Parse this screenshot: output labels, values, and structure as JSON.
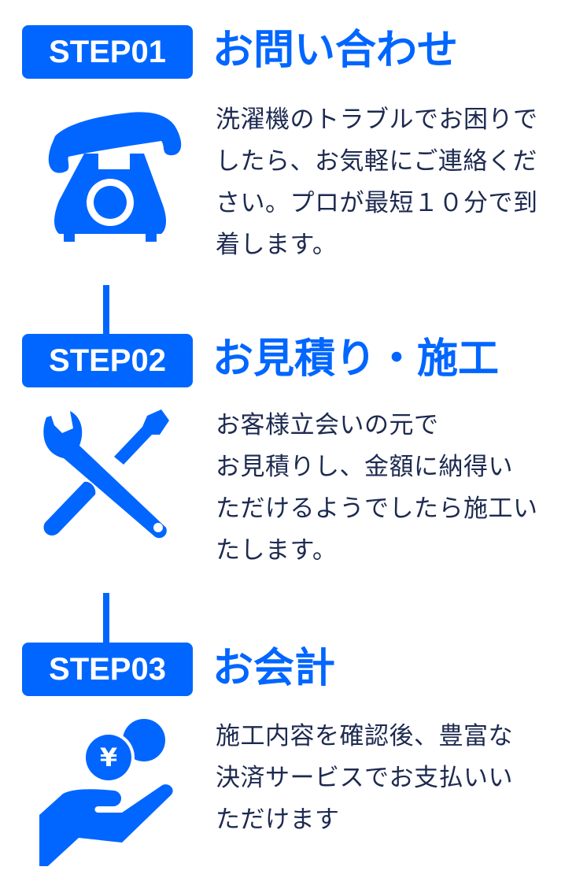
{
  "colors": {
    "accent": "#0066ff",
    "text": "#1d2a50",
    "background": "#ffffff"
  },
  "steps": [
    {
      "badge": "STEP01",
      "title": "お問い合わせ",
      "icon": "telephone-icon",
      "description_lines": [
        "洗濯機のトラブルでお困りで",
        "したら、お気軽にご連絡くだ",
        "さい。プロが最短１０分で到",
        "着します。"
      ]
    },
    {
      "badge": "STEP02",
      "title": "お見積り・施工",
      "icon": "wrench-screwdriver-icon",
      "description_lines": [
        "お客様立会いの元で",
        "お見積りし、金額に納得い",
        "ただけるようでしたら施工い",
        "たします。"
      ]
    },
    {
      "badge": "STEP03",
      "title": "お会計",
      "icon": "hand-yen-coin-icon",
      "description_lines": [
        "施工内容を確認後、豊富な",
        "決済サービスでお支払いい",
        "ただけます"
      ]
    }
  ]
}
